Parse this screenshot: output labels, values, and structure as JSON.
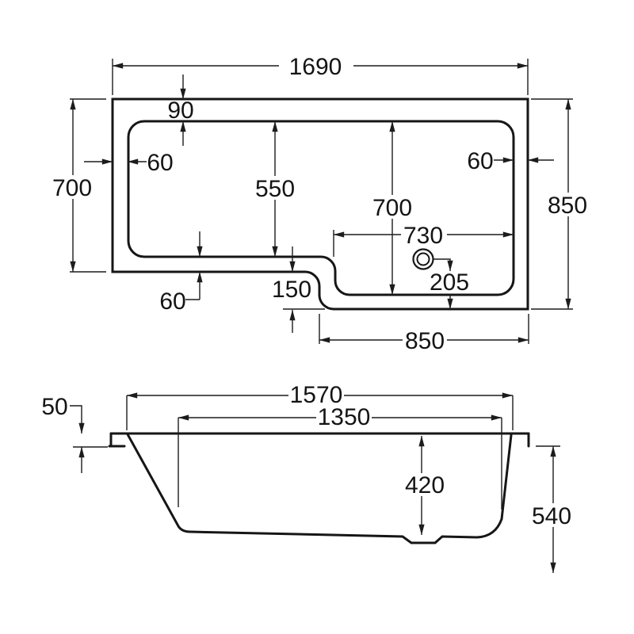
{
  "drawing": {
    "kind": "bath-technical-drawing",
    "colors": {
      "line": "#161616",
      "background": "#ffffff"
    },
    "top_view": {
      "label": "plan-view",
      "dimensions": {
        "overall_width": "1690",
        "top_rim": "90",
        "left_height": "700",
        "right_height": "850",
        "left_rim": "60",
        "right_rim": "60",
        "inner_left_height": "550",
        "inner_right_height": "700",
        "inner_right_width": "730",
        "drain_offset": "205",
        "step_height": "150",
        "bottom_rim": "60",
        "bottom_width": "850"
      }
    },
    "side_view": {
      "label": "side-elevation",
      "dimensions": {
        "rim_thickness": "50",
        "top_length": "1570",
        "base_length": "1350",
        "inner_depth": "420",
        "overall_height": "540"
      }
    }
  }
}
